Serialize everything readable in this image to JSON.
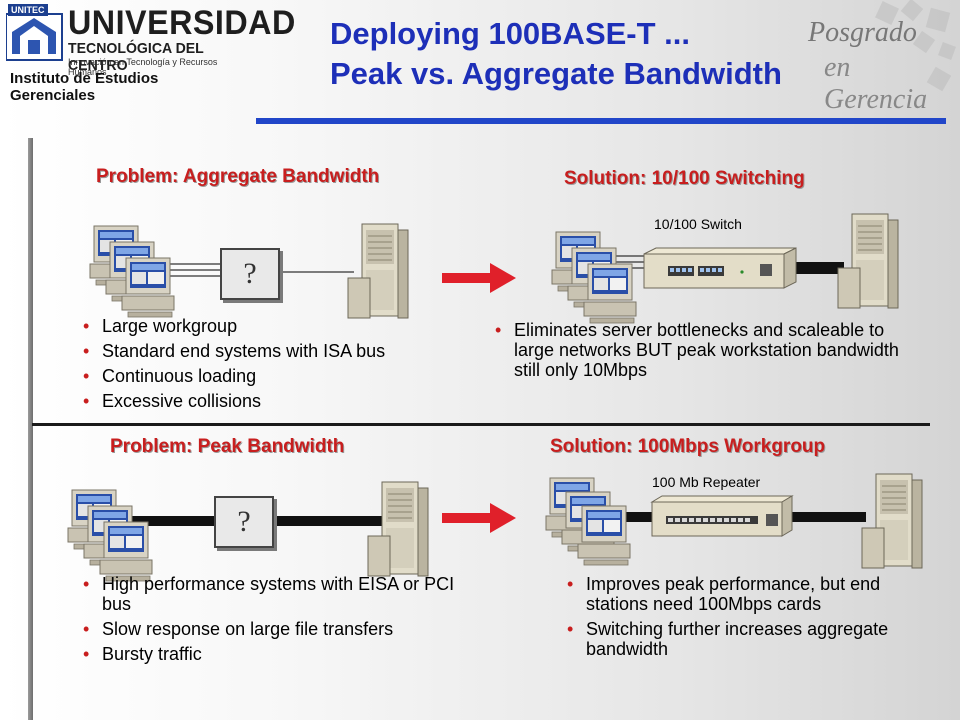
{
  "header": {
    "logo_badge": "UNITEC",
    "logo_university": "UNIVERSIDAD",
    "logo_technological": "TECNOLÓGICA DEL CENTRO",
    "logo_innovation": "Innovación en Tecnología y Recursos Humanos",
    "logo_institute": "Instituto de Estudios Gerenciales",
    "title_line1": "Deploying 100BASE-T ...",
    "title_line2": "Peak vs. Aggregate Bandwidth",
    "posgrado_line1": "Posgrado",
    "posgrado_line2": "en Gerencia",
    "accent_color": "#1d2fb8"
  },
  "quadrants": {
    "top_left": {
      "heading": "Problem:  Aggregate Bandwidth",
      "unknown_device": "?",
      "bullets": [
        "Large workgroup",
        "Standard end systems with ISA bus",
        "Continuous loading",
        "Excessive collisions"
      ]
    },
    "top_right": {
      "heading": "Solution:  10/100 Switching",
      "device_label": "10/100 Switch",
      "bullets": [
        "Eliminates server bottlenecks and scaleable to large networks BUT peak workstation bandwidth still only 10Mbps"
      ]
    },
    "bottom_left": {
      "heading": "Problem:  Peak Bandwidth",
      "unknown_device": "?",
      "bullets": [
        "High performance systems with EISA or PCI bus",
        "Slow response on large file transfers",
        "Bursty traffic"
      ]
    },
    "bottom_right": {
      "heading": "Solution:  100Mbps Workgroup",
      "device_label": "100 Mb Repeater",
      "bullets": [
        "Improves peak performance, but end stations need 100Mbps cards",
        "Switching further increases aggregate bandwidth"
      ]
    }
  },
  "colors": {
    "heading": "#c81e1e",
    "arrow": "#e0202a",
    "rule": "#1d2fb8"
  }
}
